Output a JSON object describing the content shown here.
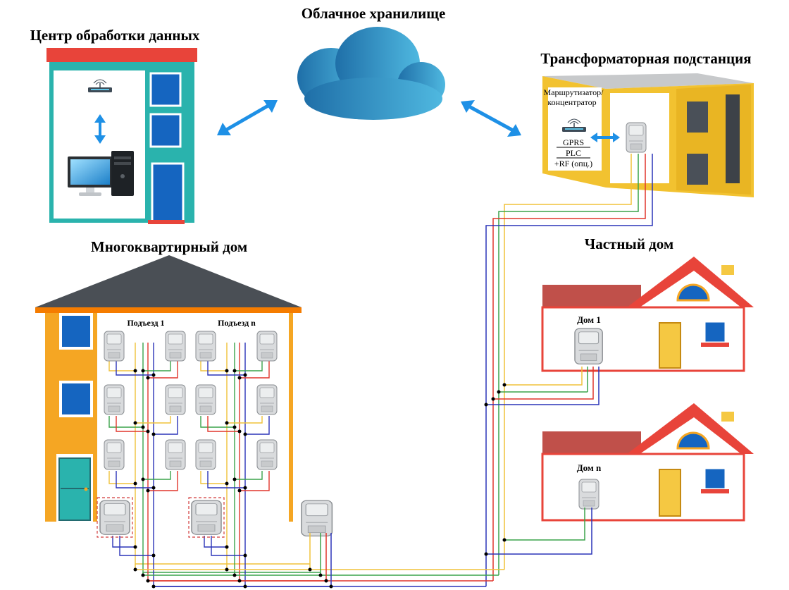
{
  "titles": {
    "data_center": "Центр обработки данных",
    "cloud": "Облачное хранилище",
    "substation": "Трансформаторная подстанция",
    "apartment": "Многоквартирный дом",
    "private_house": "Частный дом"
  },
  "substation": {
    "router_line1": "Маршрутизатор/",
    "router_line2": "концентратор",
    "channel_gprs": "GPRS",
    "channel_plc": "PLC",
    "channel_rf": "+RF (опц.)"
  },
  "apartment": {
    "entrance_1": "Подъезд  1",
    "entrance_n": "Подъезд  n"
  },
  "houses": {
    "house_1": "Дом  1",
    "house_n": "Дом  n"
  },
  "colors": {
    "wire_yellow": "#f0c23a",
    "wire_green": "#3aa34a",
    "wire_red": "#e0352b",
    "wire_blue": "#2a33b8",
    "arrow_blue": "#1e90e6",
    "cloud_blue": "#2b8bc2",
    "roof_red": "#e8443a",
    "wall_orange": "#f5a623",
    "teal": "#2ab3ad",
    "window_blue": "#1565c0",
    "substation_yellow": "#f2c230"
  },
  "icons": [
    "router-icon",
    "computer-icon",
    "meter-icon",
    "cloud-icon",
    "double-arrow-icon"
  ]
}
